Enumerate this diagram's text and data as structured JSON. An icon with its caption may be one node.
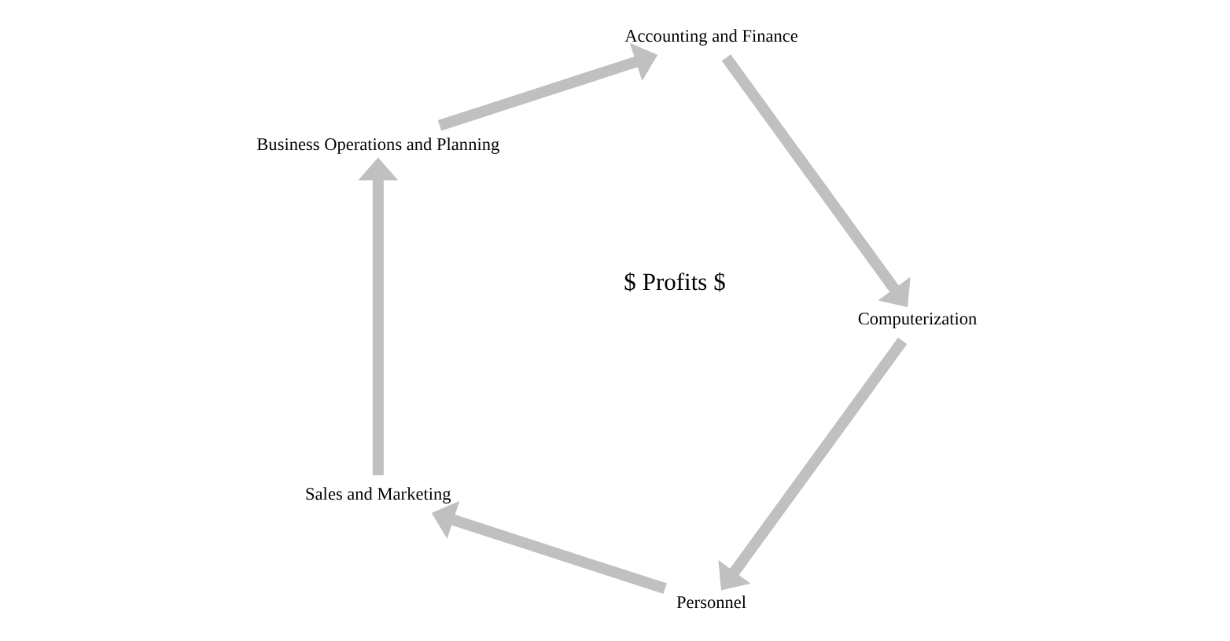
{
  "diagram": {
    "nodes": [
      {
        "text": [
          "Personnel"
        ]
      },
      {
        "text": [
          "Sales and Marketing"
        ]
      },
      {
        "text": [
          "Business Operations and Planning"
        ]
      },
      {
        "text": [
          "Accounting and Finance"
        ]
      },
      {
        "text": [
          "Computerization"
        ]
      }
    ],
    "edges": [
      {
        "from": 0,
        "to": 1,
        "arrow": "to"
      },
      {
        "from": 1,
        "to": 2,
        "arrow": "to"
      },
      {
        "from": 2,
        "to": 3,
        "arrow": "to"
      },
      {
        "from": 3,
        "to": 4,
        "arrow": "to"
      },
      {
        "from": 4,
        "to": 0,
        "arrow": "to"
      }
    ],
    "labels": [
      "$ Profits $"
    ]
  }
}
